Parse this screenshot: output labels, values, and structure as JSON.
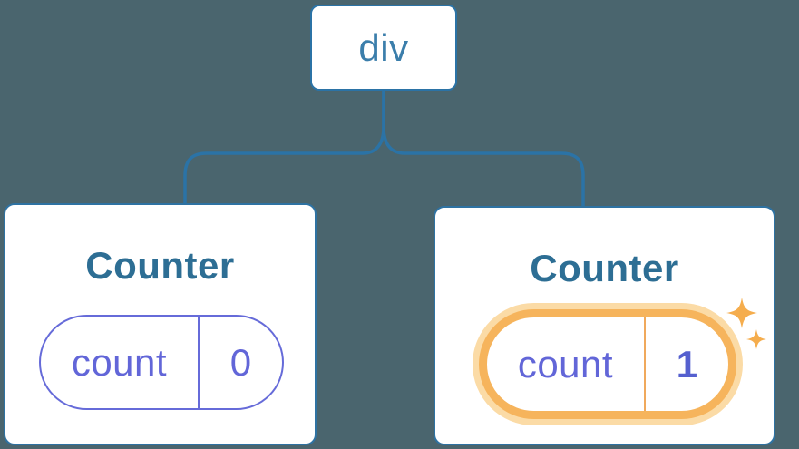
{
  "background_color": "#4A656E",
  "diagram": {
    "description": "React component tree: a div root with two Counter children; second Counter has updated state highlighted",
    "root_node": {
      "label": "div"
    },
    "children": [
      {
        "title": "Counter",
        "state_pill": {
          "key_label": "count",
          "value": "0",
          "highlighted": false
        }
      },
      {
        "title": "Counter",
        "state_pill": {
          "key_label": "count",
          "value": "1",
          "highlighted": true
        },
        "sparkle_icons": [
          "sparkle-large-icon",
          "sparkle-small-icon"
        ]
      }
    ],
    "colors": {
      "connector_blue": "#2B73A6",
      "node_border_blue": "#2B73A6",
      "card_border_blue": "#2E72A2",
      "root_label_blue": "#3B7EAB",
      "title_blue": "#2D6E94",
      "state_purple": "#6266D8",
      "state_border_purple": "#666BD9",
      "state_value_bold_purple": "#5560CF",
      "highlight_ring_orange": "#F6B45C",
      "highlight_glow_orange": "#FBDBA6",
      "highlight_divider_orange": "#F0A95C",
      "sparkle_orange": "#F5AD4D",
      "card_background": "#FFFFFF"
    }
  }
}
